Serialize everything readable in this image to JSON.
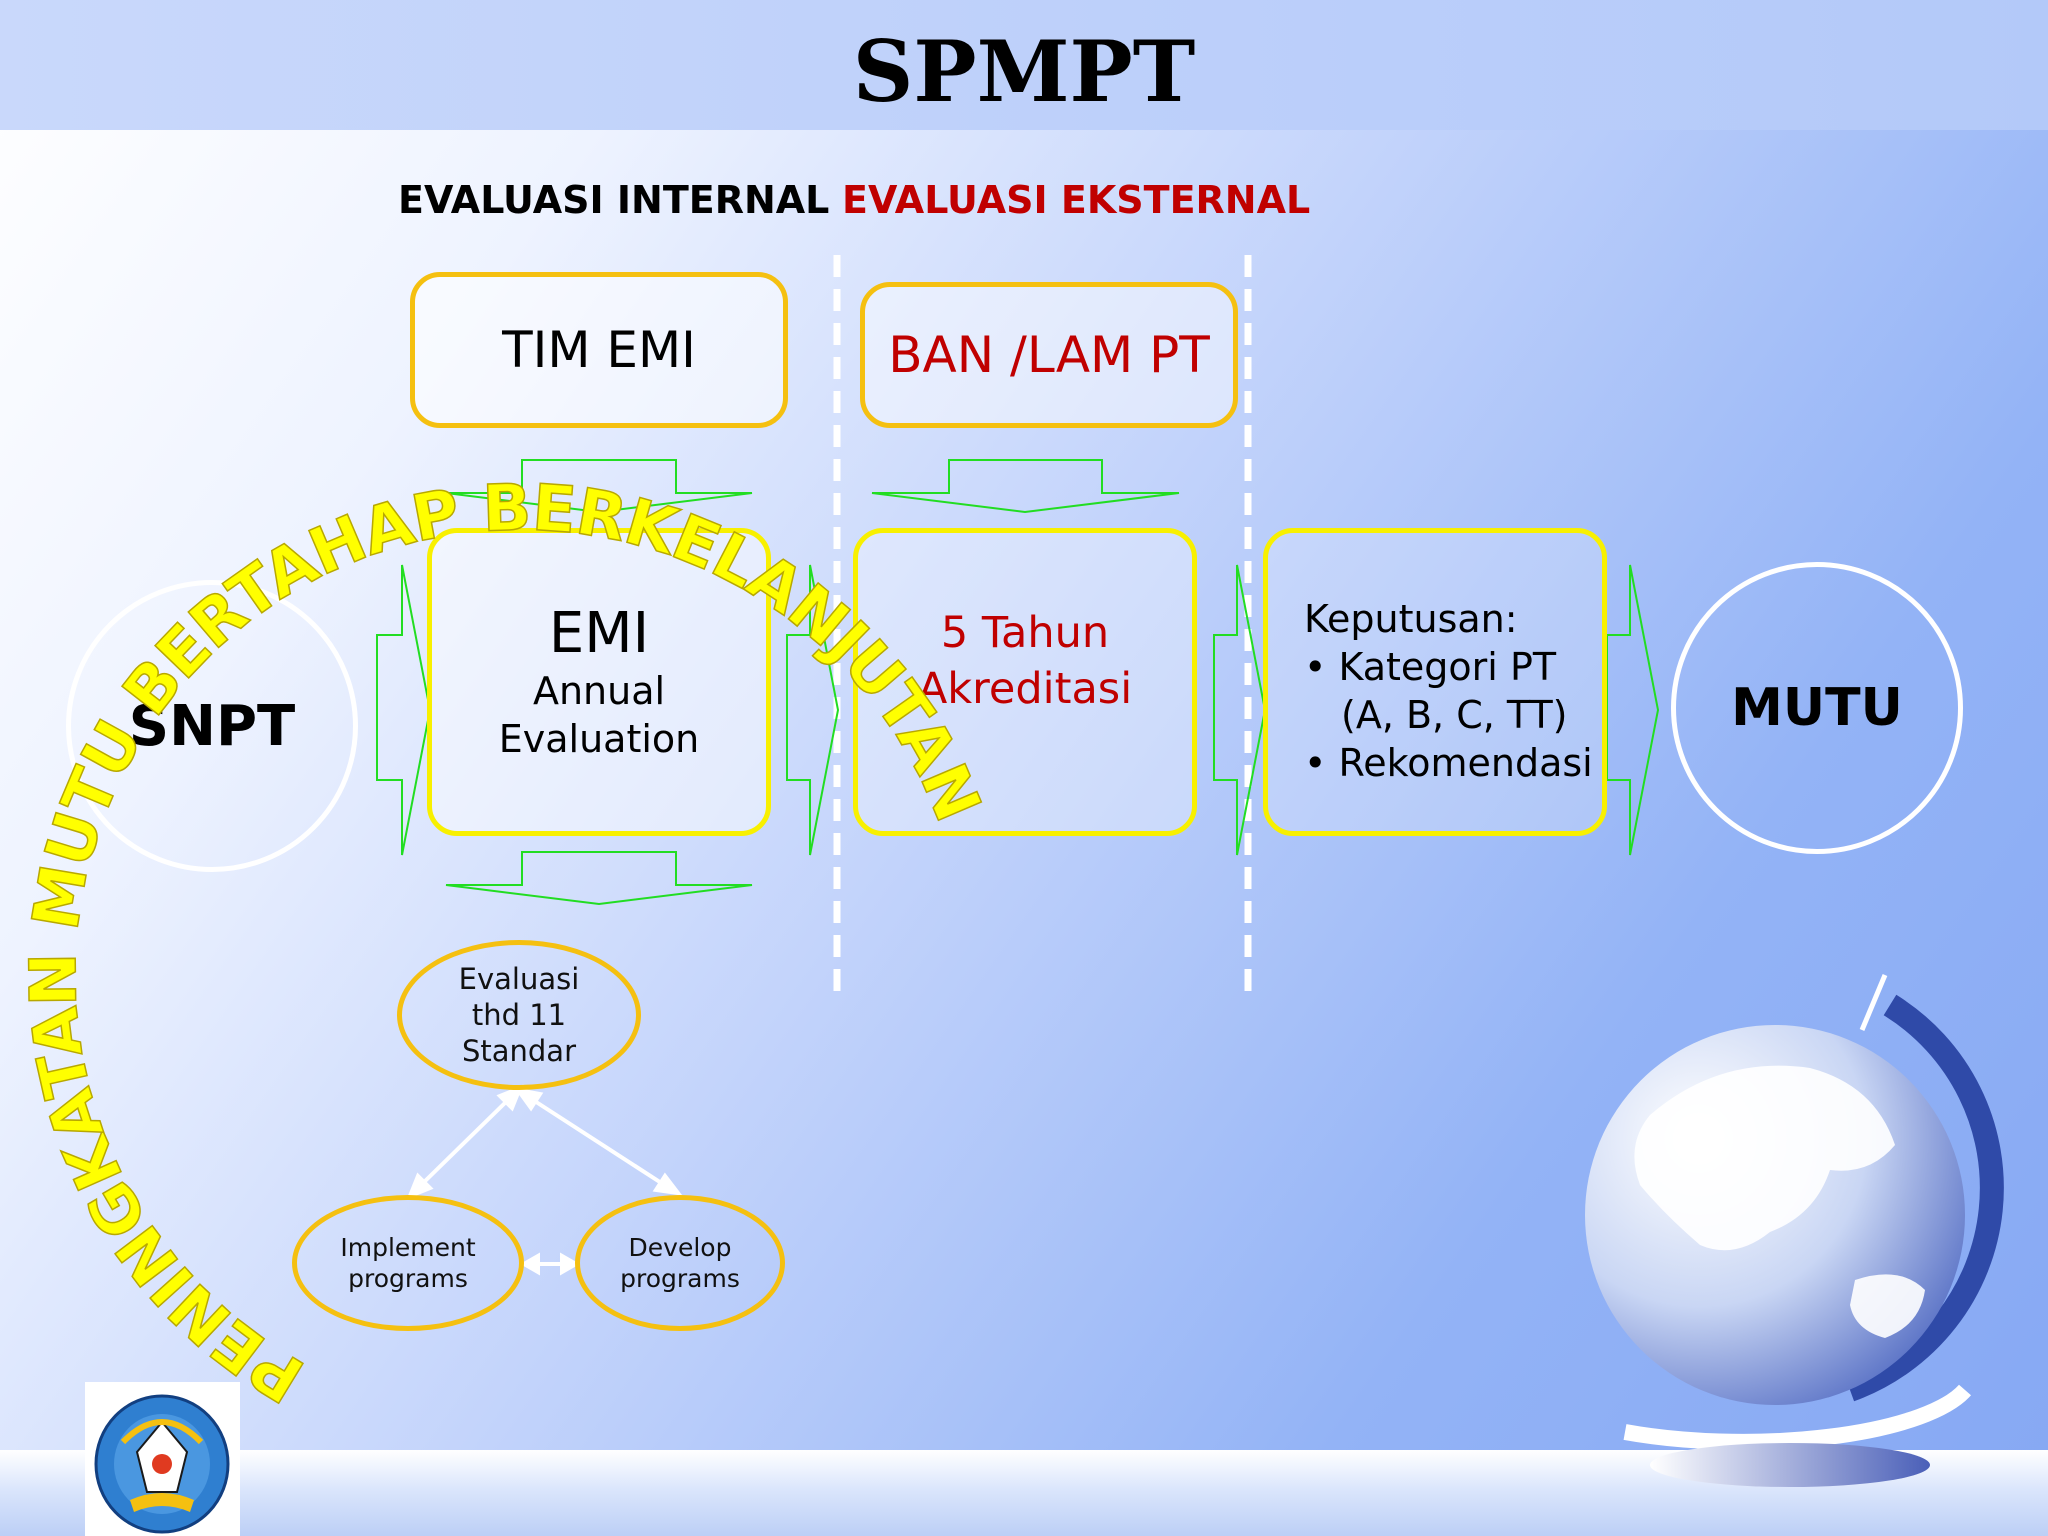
{
  "title": "SPMPT",
  "headers": {
    "internal": "EVALUASI INTERNAL",
    "external": "EVALUASI EKSTERNAL"
  },
  "top_boxes": {
    "tim_emi": "TIM EMI",
    "ban_lam": "BAN /LAM PT"
  },
  "snpt": "SNPT",
  "emi": {
    "title": "EMI",
    "line1": "Annual",
    "line2": "Evaluation"
  },
  "akreditasi": {
    "line1": "5 Tahun",
    "line2": "Akreditasi"
  },
  "keputusan": {
    "heading": "Keputusan:",
    "item1": "• Kategori  PT",
    "item1b": "(A, B, C, TT)",
    "item2": "• Rekomendasi"
  },
  "mutu": "MUTU",
  "loop": {
    "evaluasi": [
      "Evaluasi",
      "thd 11",
      "Standar"
    ],
    "implement": [
      "Implement",
      "programs"
    ],
    "develop": [
      "Develop",
      "programs"
    ]
  },
  "arc_text": "PENINGKATAN MUTU BERTAHAP BERKELANJUTAN",
  "colors": {
    "yellow": "#f5d000",
    "gold": "#f5c010",
    "red": "#c00000",
    "green": "#22dd22"
  }
}
